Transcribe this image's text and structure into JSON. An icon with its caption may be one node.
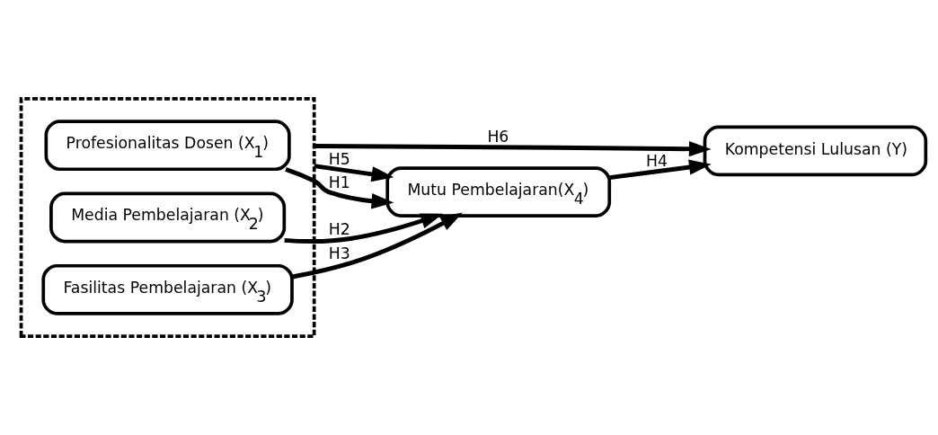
{
  "diagram": {
    "nodes": [
      {
        "text": [],
        "shape": "box"
      },
      {
        "text": [
          "Profesionalitas Dosen (X$_{1}$)"
        ],
        "in": 0
      },
      {
        "text": [
          "Media Pembelajaran (X$_{2}$)"
        ],
        "in": 0
      },
      {
        "text": [
          "Fasilitas Pembelajaran (X$_{3}$)"
        ],
        "in": 0
      },
      {
        "text": [
          "Mutu Pembelajaran(X$_{4}$)"
        ]
      },
      {
        "text": [
          "Kompetensi Lulusan (Y)"
        ]
      }
    ],
    "edges": [
      {
        "from": 1,
        "to": 4,
        "arrow": "to",
        "label": "H1"
      },
      {
        "from": 2,
        "to": 4,
        "arrow": "to",
        "label": "H2"
      },
      {
        "from": 3,
        "to": 4,
        "arrow": "to",
        "label": "H3"
      },
      {
        "from": 4,
        "to": 5,
        "arrow": "to",
        "label": "H4"
      },
      {
        "from": 0,
        "to": 4,
        "arrow": "to",
        "label": "H5"
      },
      {
        "from": 0,
        "to": 5,
        "arrow": "to",
        "label": "H6"
      }
    ]
  }
}
